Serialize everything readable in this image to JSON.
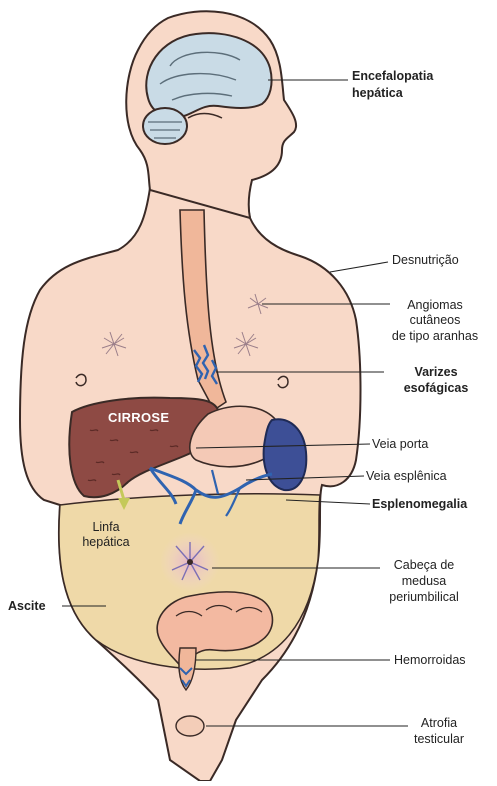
{
  "labels": {
    "encefalopatia": [
      "Encefalopatia",
      "hepática"
    ],
    "desnutricao": "Desnutrição",
    "angiomas": [
      "Angiomas",
      "cutâneos",
      "de tipo aranhas"
    ],
    "varizes": [
      "Varizes",
      "esofágicas"
    ],
    "cirrose": "CIRROSE",
    "veia_porta": "Veia porta",
    "veia_esplenica": "Veia esplênica",
    "esplenomegalia": "Esplenomegalia",
    "linfa": [
      "Linfa",
      "hepática"
    ],
    "cabeca_medusa": [
      "Cabeça de",
      "medusa",
      "periumbilical"
    ],
    "ascite": "Ascite",
    "hemorroidas": "Hemorroidas",
    "atrofia": [
      "Atrofia",
      "testicular"
    ]
  },
  "colors": {
    "skin": "#f8d9c8",
    "outline": "#3a2a26",
    "liver": "#8e4a44",
    "spleen": "#3d4f96",
    "veins": "#2f63b0",
    "ascites": "#efd9a8",
    "brain": "#c9dbe6"
  }
}
